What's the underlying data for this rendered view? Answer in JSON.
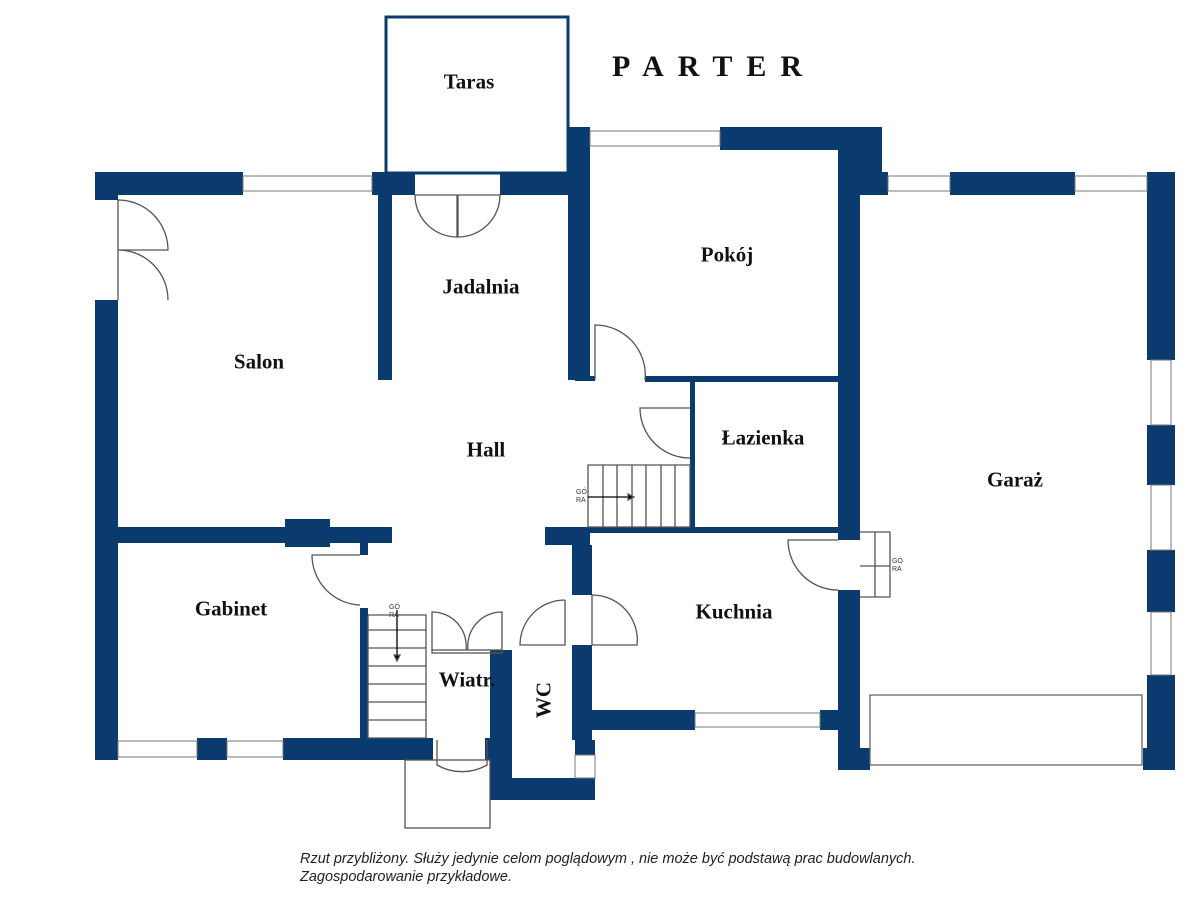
{
  "title": "PARTER",
  "rooms": {
    "taras": "Taras",
    "jadalnia": "Jadalnia",
    "pokoj": "Pokój",
    "salon": "Salon",
    "hall": "Hall",
    "lazienka": "Łazienka",
    "garaz": "Garaż",
    "gabinet": "Gabinet",
    "kuchnia": "Kuchnia",
    "wiatrolap": "Wiatr.",
    "wc": "WC"
  },
  "stairs_label": [
    "GÓ",
    "RA"
  ],
  "footnote": {
    "line1": "Rzut przybliżony. Służy jedynie celom poglądowym , nie może być podstawą prac budowlanych.",
    "line2": "Zagospodarowanie przykładowe."
  },
  "colors": {
    "wall": "#0b3a6e"
  }
}
